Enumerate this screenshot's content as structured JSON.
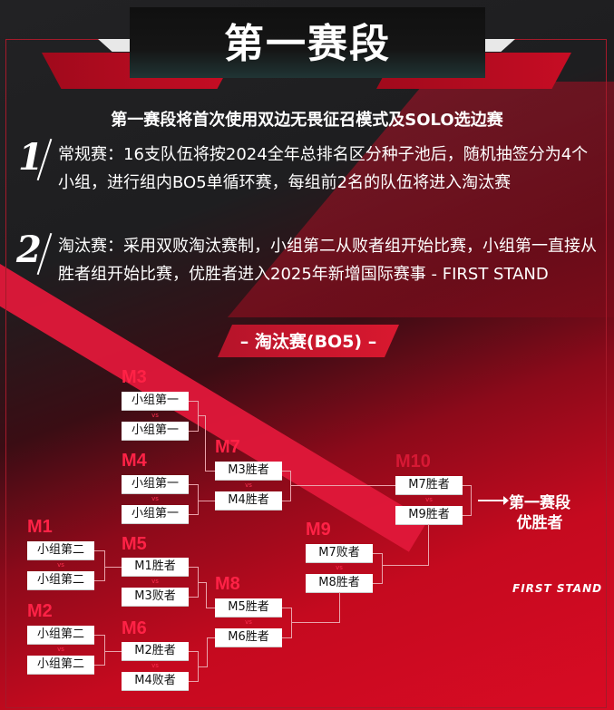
{
  "header": {
    "title": "第一赛段"
  },
  "subtitle": "第一赛段将首次使用双边无畏征召模式及SOLO选边赛",
  "rules": [
    {
      "number": "1",
      "text": "常规赛：16支队伍将按2024全年总排名区分种子池后，随机抽签分为4个小组，进行组内BO5单循环赛，每组前2名的队伍将进入淘汰赛"
    },
    {
      "number": "2",
      "text": "淘汰赛：采用双败淘汰赛制，小组第二从败者组开始比赛，小组第一直接从胜者组开始比赛，优胜者进入2025年新增国际赛事 - FIRST STAND"
    }
  ],
  "knockout": {
    "title": "– 淘汰赛(BO5) –"
  },
  "vs_label": "vs",
  "matches": {
    "M1": {
      "label": "M1",
      "a": "小组第二",
      "b": "小组第二"
    },
    "M2": {
      "label": "M2",
      "a": "小组第二",
      "b": "小组第二"
    },
    "M3": {
      "label": "M3",
      "a": "小组第一",
      "b": "小组第一"
    },
    "M4": {
      "label": "M4",
      "a": "小组第一",
      "b": "小组第一"
    },
    "M5": {
      "label": "M5",
      "a": "M1胜者",
      "b": "M3败者"
    },
    "M6": {
      "label": "M6",
      "a": "M2胜者",
      "b": "M4败者"
    },
    "M7": {
      "label": "M7",
      "a": "M3胜者",
      "b": "M4胜者"
    },
    "M8": {
      "label": "M8",
      "a": "M5胜者",
      "b": "M6胜者"
    },
    "M9": {
      "label": "M9",
      "a": "M7败者",
      "b": "M8胜者"
    },
    "M10": {
      "label": "M10",
      "a": "M7胜者",
      "b": "M9胜者"
    }
  },
  "winner": {
    "line1": "第一赛段",
    "line2": "优胜者"
  },
  "logo": "FIRST STAND",
  "colors": {
    "accent": "#ff2246",
    "primary_red": "#d90b24",
    "dark": "#1e1e20"
  }
}
